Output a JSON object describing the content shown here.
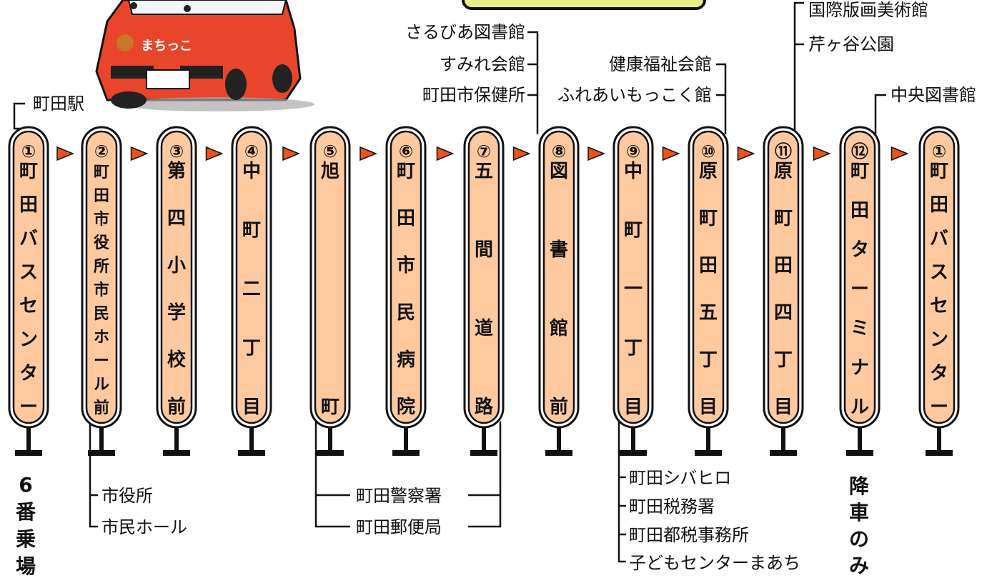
{
  "stops": [
    {
      "number": "①",
      "name": "町田バスセンター"
    },
    {
      "number": "②",
      "name": "町田市役所市民ホール前"
    },
    {
      "number": "③",
      "name": "第四小学校前"
    },
    {
      "number": "④",
      "name": "中町二丁目"
    },
    {
      "number": "⑤",
      "name": "旭町"
    },
    {
      "number": "⑥",
      "name": "町田市民病院"
    },
    {
      "number": "⑦",
      "name": "五間道路"
    },
    {
      "number": "⑧",
      "name": "図書館前"
    },
    {
      "number": "⑨",
      "name": "中町一丁目"
    },
    {
      "number": "⑩",
      "name": "原町田五丁目"
    },
    {
      "number": "⑪",
      "name": "原町田四丁目"
    },
    {
      "number": "⑫",
      "name": "町田ターミナル"
    },
    {
      "number": "①",
      "name": "町田バスセンター"
    }
  ],
  "landmarks": {
    "machida_station": "町田駅",
    "saruvia_library": "さるびあ図書館",
    "sumire_hall": "すみれ会館",
    "health_center": "町田市保健所",
    "welfare_hall": "健康福祉会館",
    "fureai_mokkoku": "ふれあいもっこく館",
    "print_museum": "国際版画美術館",
    "serigaya_park": "芹ヶ谷公園",
    "central_library": "中央図書館",
    "city_hall": "市役所",
    "civic_hall": "市民ホール",
    "police_station": "町田警察署",
    "post_office": "町田郵便局",
    "shibahiro": "町田シバヒロ",
    "tax_office": "町田税務署",
    "metro_tax_office": "町田都税事務所",
    "kodomo_center": "子どもセンターまあち"
  },
  "notes": {
    "boarding": "6番乗場",
    "alight_only": "降車のみ"
  },
  "bus": {
    "name": "まちっこ"
  },
  "colors": {
    "pill_fill": "#ffc9a0",
    "pill_outline": "#111111",
    "arrow": "#e8531e",
    "bus_body": "#e8452a",
    "sign_box": "#e8f08a"
  }
}
